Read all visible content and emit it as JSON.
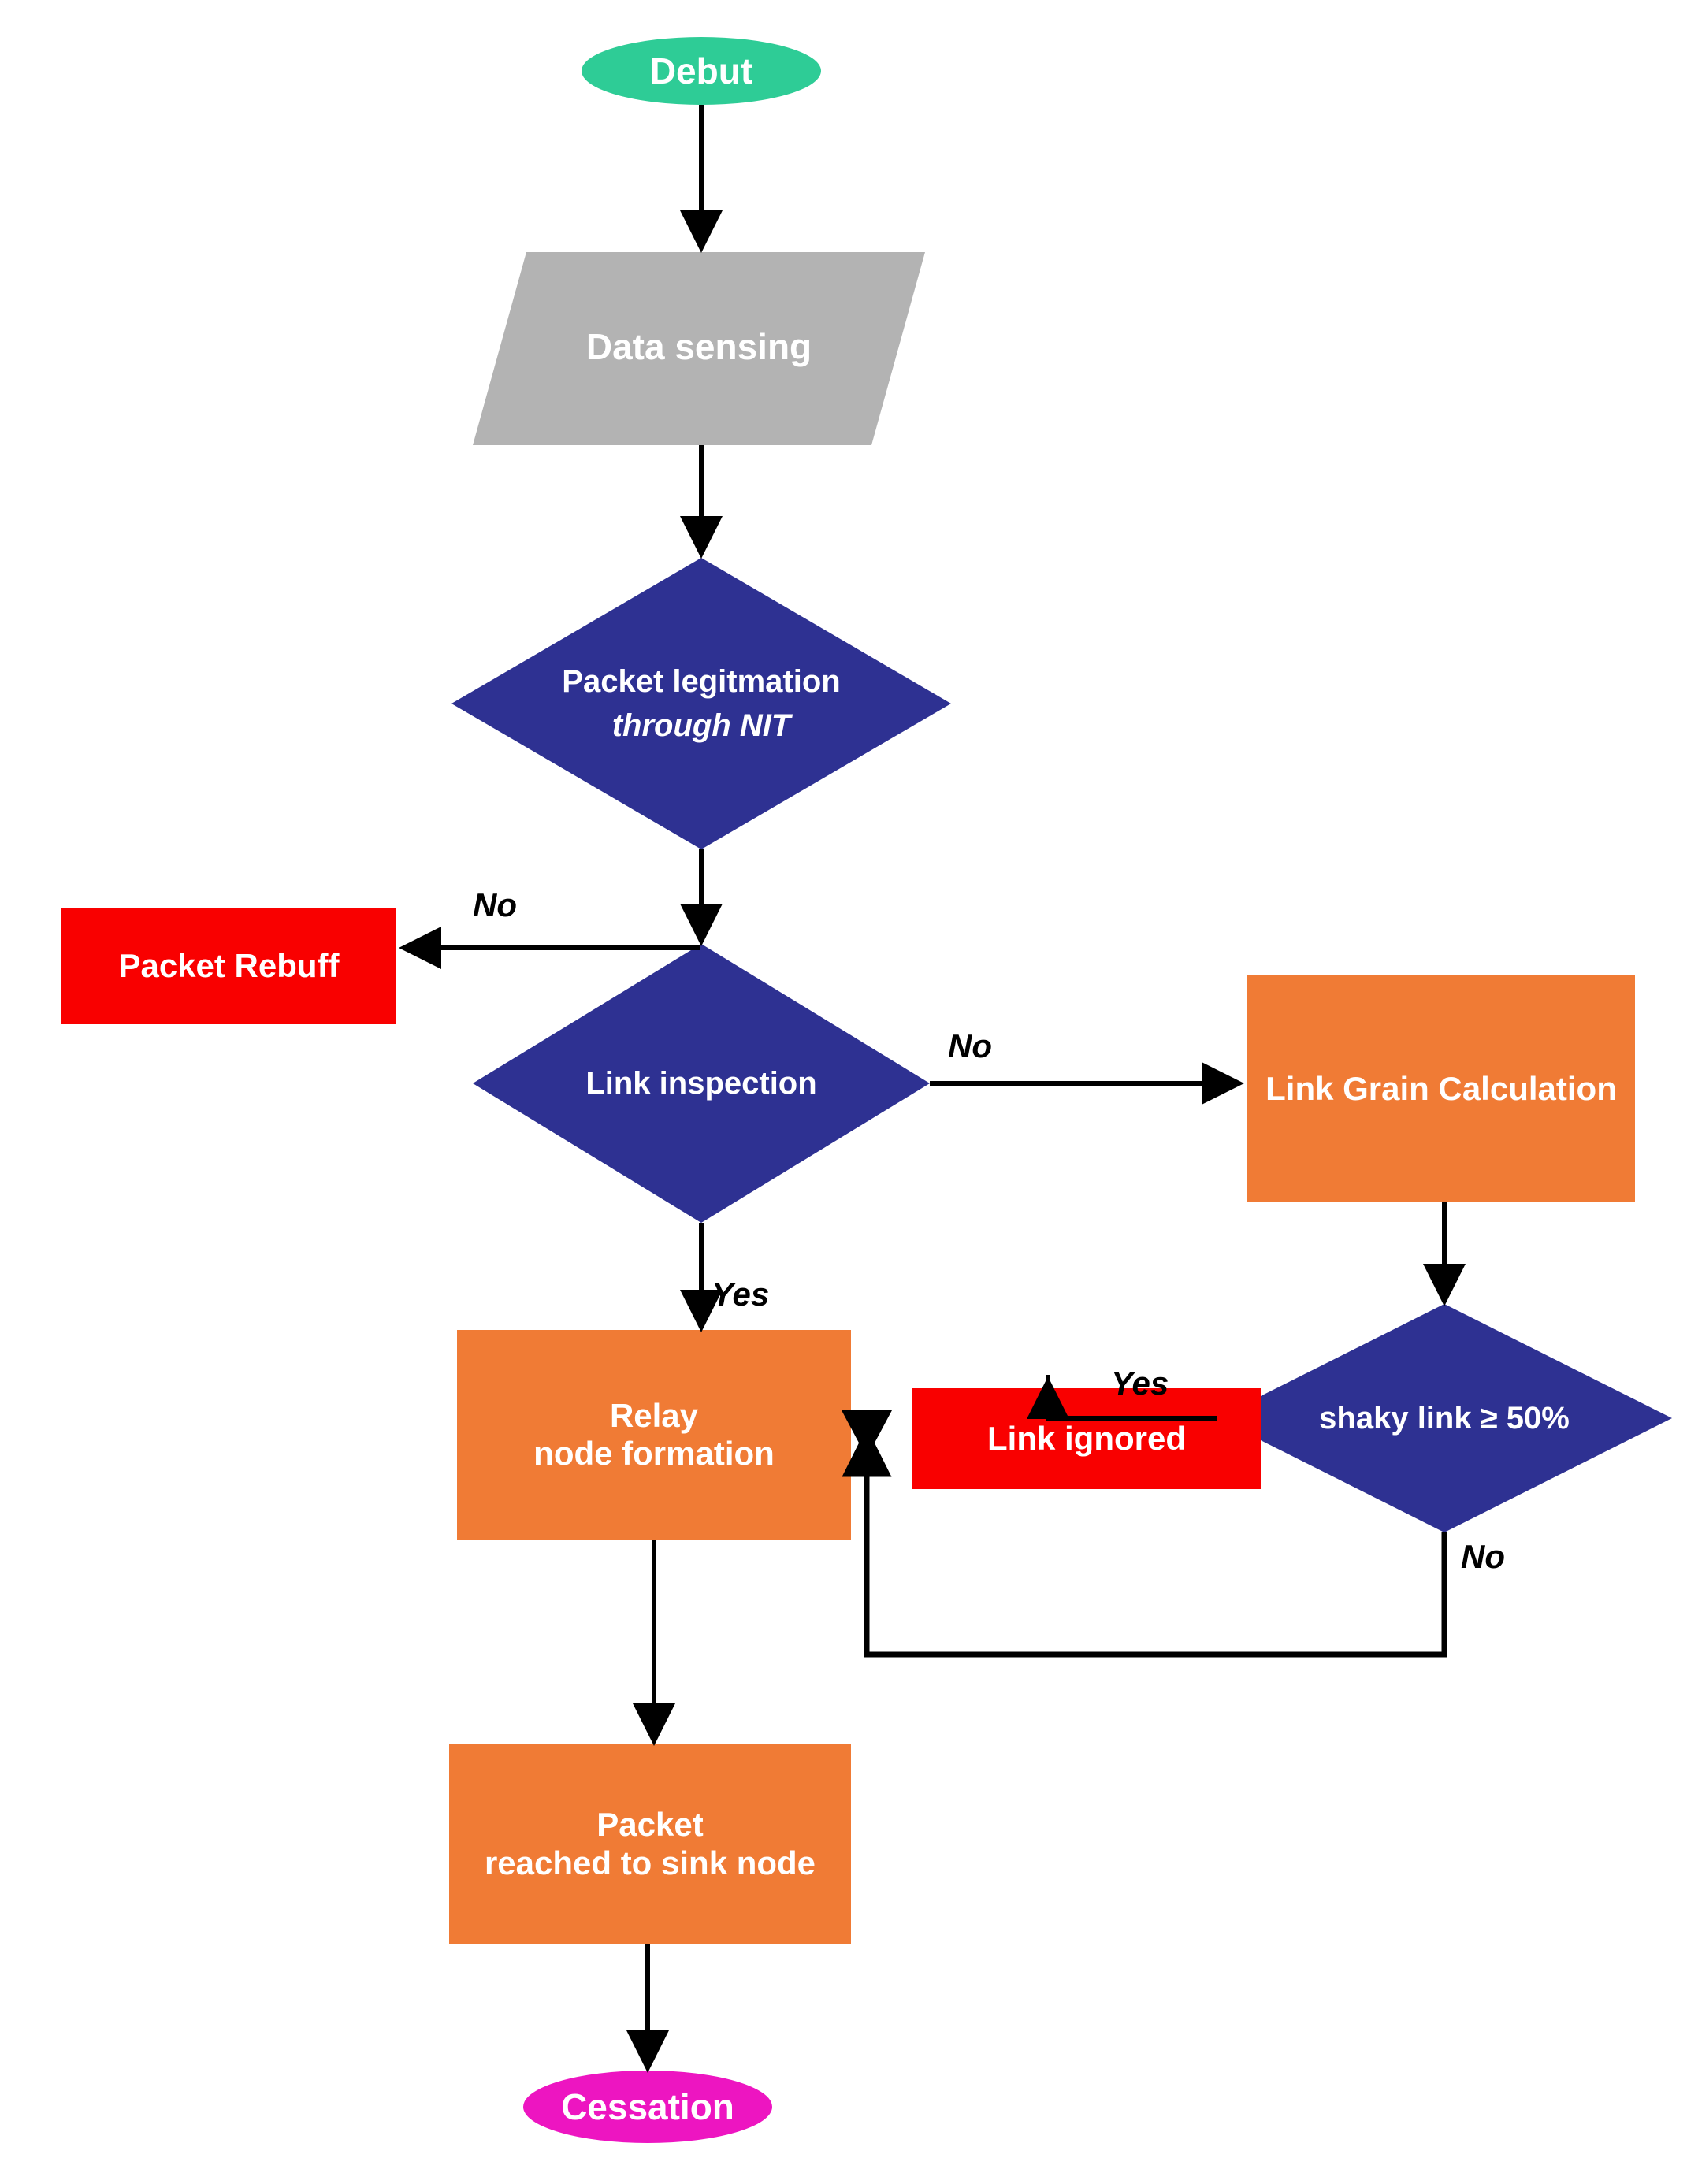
{
  "diagram": {
    "title": "Packet routing flowchart",
    "colors": {
      "start_fill": "#2ECC96",
      "end_fill": "#ED15C1",
      "io_fill": "#B3B3B3",
      "decision_fill": "#2E3192",
      "process_fill": "#F07B35",
      "reject_fill": "#F90000",
      "edge_stroke": "#000000",
      "node_text": "#FFFFFF",
      "edge_label_text": "#000000",
      "canvas": "#FFFFFF"
    },
    "nodes": {
      "start": {
        "label": "Debut",
        "shape": "ellipse"
      },
      "data_sensing": {
        "label": "Data sensing",
        "shape": "parallelogram"
      },
      "packet_legitmation": {
        "line1": "Packet legitmation",
        "line2": "through NIT",
        "shape": "diamond"
      },
      "packet_rebuff": {
        "label": "Packet Rebuff",
        "shape": "rectangle"
      },
      "link_inspection": {
        "label": "Link inspection",
        "shape": "diamond"
      },
      "link_grain_calculation": {
        "label": "Link Grain Calculation",
        "shape": "rectangle"
      },
      "shaky_link": {
        "label": "shaky link ≥ 50%",
        "shape": "diamond"
      },
      "link_ignored": {
        "label": "Link ignored",
        "shape": "rectangle"
      },
      "relay_node_formation": {
        "label": "Relay\nnode formation",
        "shape": "rectangle"
      },
      "packet_reached": {
        "label": "Packet\nreached to sink node",
        "shape": "rectangle"
      },
      "end": {
        "label": "Cessation",
        "shape": "ellipse"
      }
    },
    "edge_labels": {
      "legitmation_no": "No",
      "inspection_no": "No",
      "inspection_yes": "Yes",
      "shaky_yes": "Yes",
      "shaky_no": "No"
    }
  }
}
